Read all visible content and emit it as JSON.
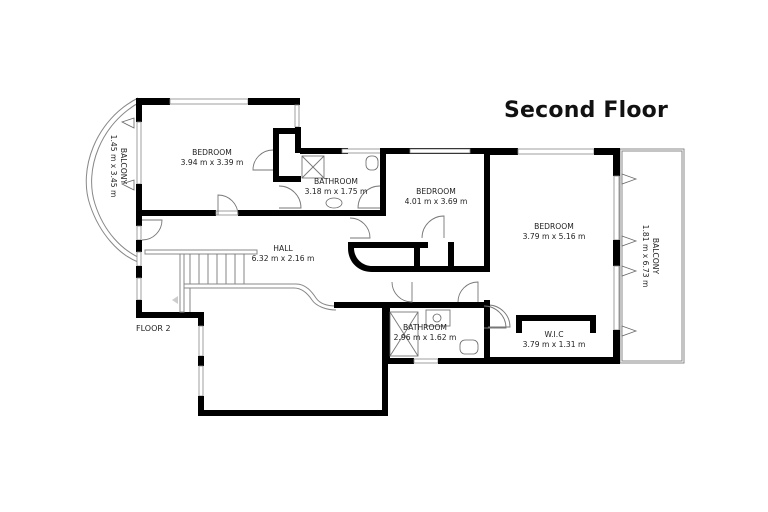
{
  "title": "Second Floor",
  "floor_label": "FLOOR 2",
  "rooms": [
    {
      "id": "bedroom-1",
      "name": "BEDROOM",
      "dimensions": "3.94 m x 3.39 m"
    },
    {
      "id": "bathroom-1",
      "name": "BATHROOM",
      "dimensions": "3.18 m x 1.75 m"
    },
    {
      "id": "bedroom-2",
      "name": "BEDROOM",
      "dimensions": "4.01 m x 3.69 m"
    },
    {
      "id": "bedroom-3",
      "name": "BEDROOM",
      "dimensions": "3.79 m x 5.16 m"
    },
    {
      "id": "hall",
      "name": "HALL",
      "dimensions": "6.32 m x 2.16 m"
    },
    {
      "id": "bathroom-2",
      "name": "BATHROOM",
      "dimensions": "2.96 m x 1.62 m"
    },
    {
      "id": "wic",
      "name": "W.I.C",
      "dimensions": "3.79 m x 1.31 m"
    },
    {
      "id": "balcony-west",
      "name": "BALCONY",
      "dimensions": "1.45 m x 3.45 m"
    },
    {
      "id": "balcony-east",
      "name": "BALCONY",
      "dimensions": "1.81 m x 6.73 m"
    }
  ],
  "colors": {
    "wall": "#000000",
    "fixture_line": "#777777",
    "background": "#ffffff"
  }
}
